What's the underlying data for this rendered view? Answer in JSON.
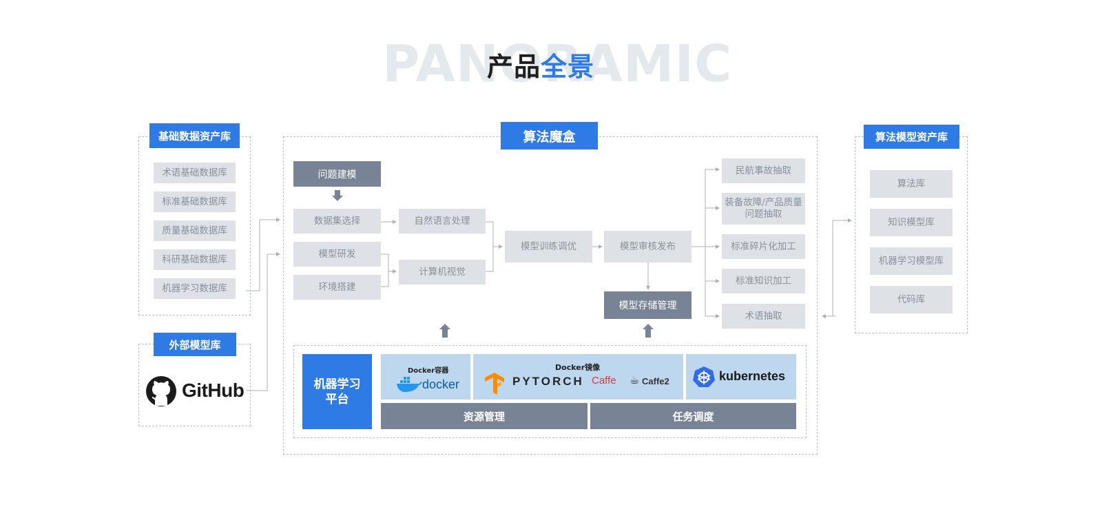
{
  "header": {
    "bg_word": "PANORAMIC",
    "title_part1": "产品",
    "title_part2": "全景"
  },
  "left_panel": {
    "heading": "基础数据资产库",
    "items": [
      "术语基础数据库",
      "标准基础数据库",
      "质量基础数据库",
      "科研基础数据库",
      "机器学习数据库"
    ]
  },
  "external": {
    "heading": "外部模型库",
    "logo_text": "GitHub"
  },
  "center": {
    "heading": "算法魔盒",
    "problem_modeling": "问题建模",
    "dataset_select": "数据集选择",
    "model_research": "模型研发",
    "env_setup": "环境搭建",
    "nlp": "自然语言处理",
    "cv": "计算机视觉",
    "train_tune": "模型训练调优",
    "review_publish": "模型审核发布",
    "storage_mgmt": "模型存储管理",
    "outputs": [
      "民航事故抽取",
      "装备故障/产品质量问题抽取",
      "标准碎片化加工",
      "标准知识加工",
      "术语抽取"
    ]
  },
  "platform": {
    "label": "机器学习平台",
    "docker_container_label": "Docker容器",
    "docker_logo": "docker",
    "docker_image_label": "Docker镜像",
    "pytorch_logo": "PYTORCH",
    "caffe_logo": "Caffe",
    "caffe2_logo": "Caffe2",
    "kubernetes_logo": "kubernetes",
    "resource_mgmt": "资源管理",
    "task_scheduling": "任务调度"
  },
  "right_panel": {
    "heading": "算法模型资产库",
    "items": [
      "算法库",
      "知识模型库",
      "机器学习模型库",
      "代码库"
    ]
  },
  "colors": {
    "accent": "#2f7be5",
    "box_gray": "#dee2e7",
    "box_dark": "#788396",
    "light_blue": "#bdd7ef"
  }
}
